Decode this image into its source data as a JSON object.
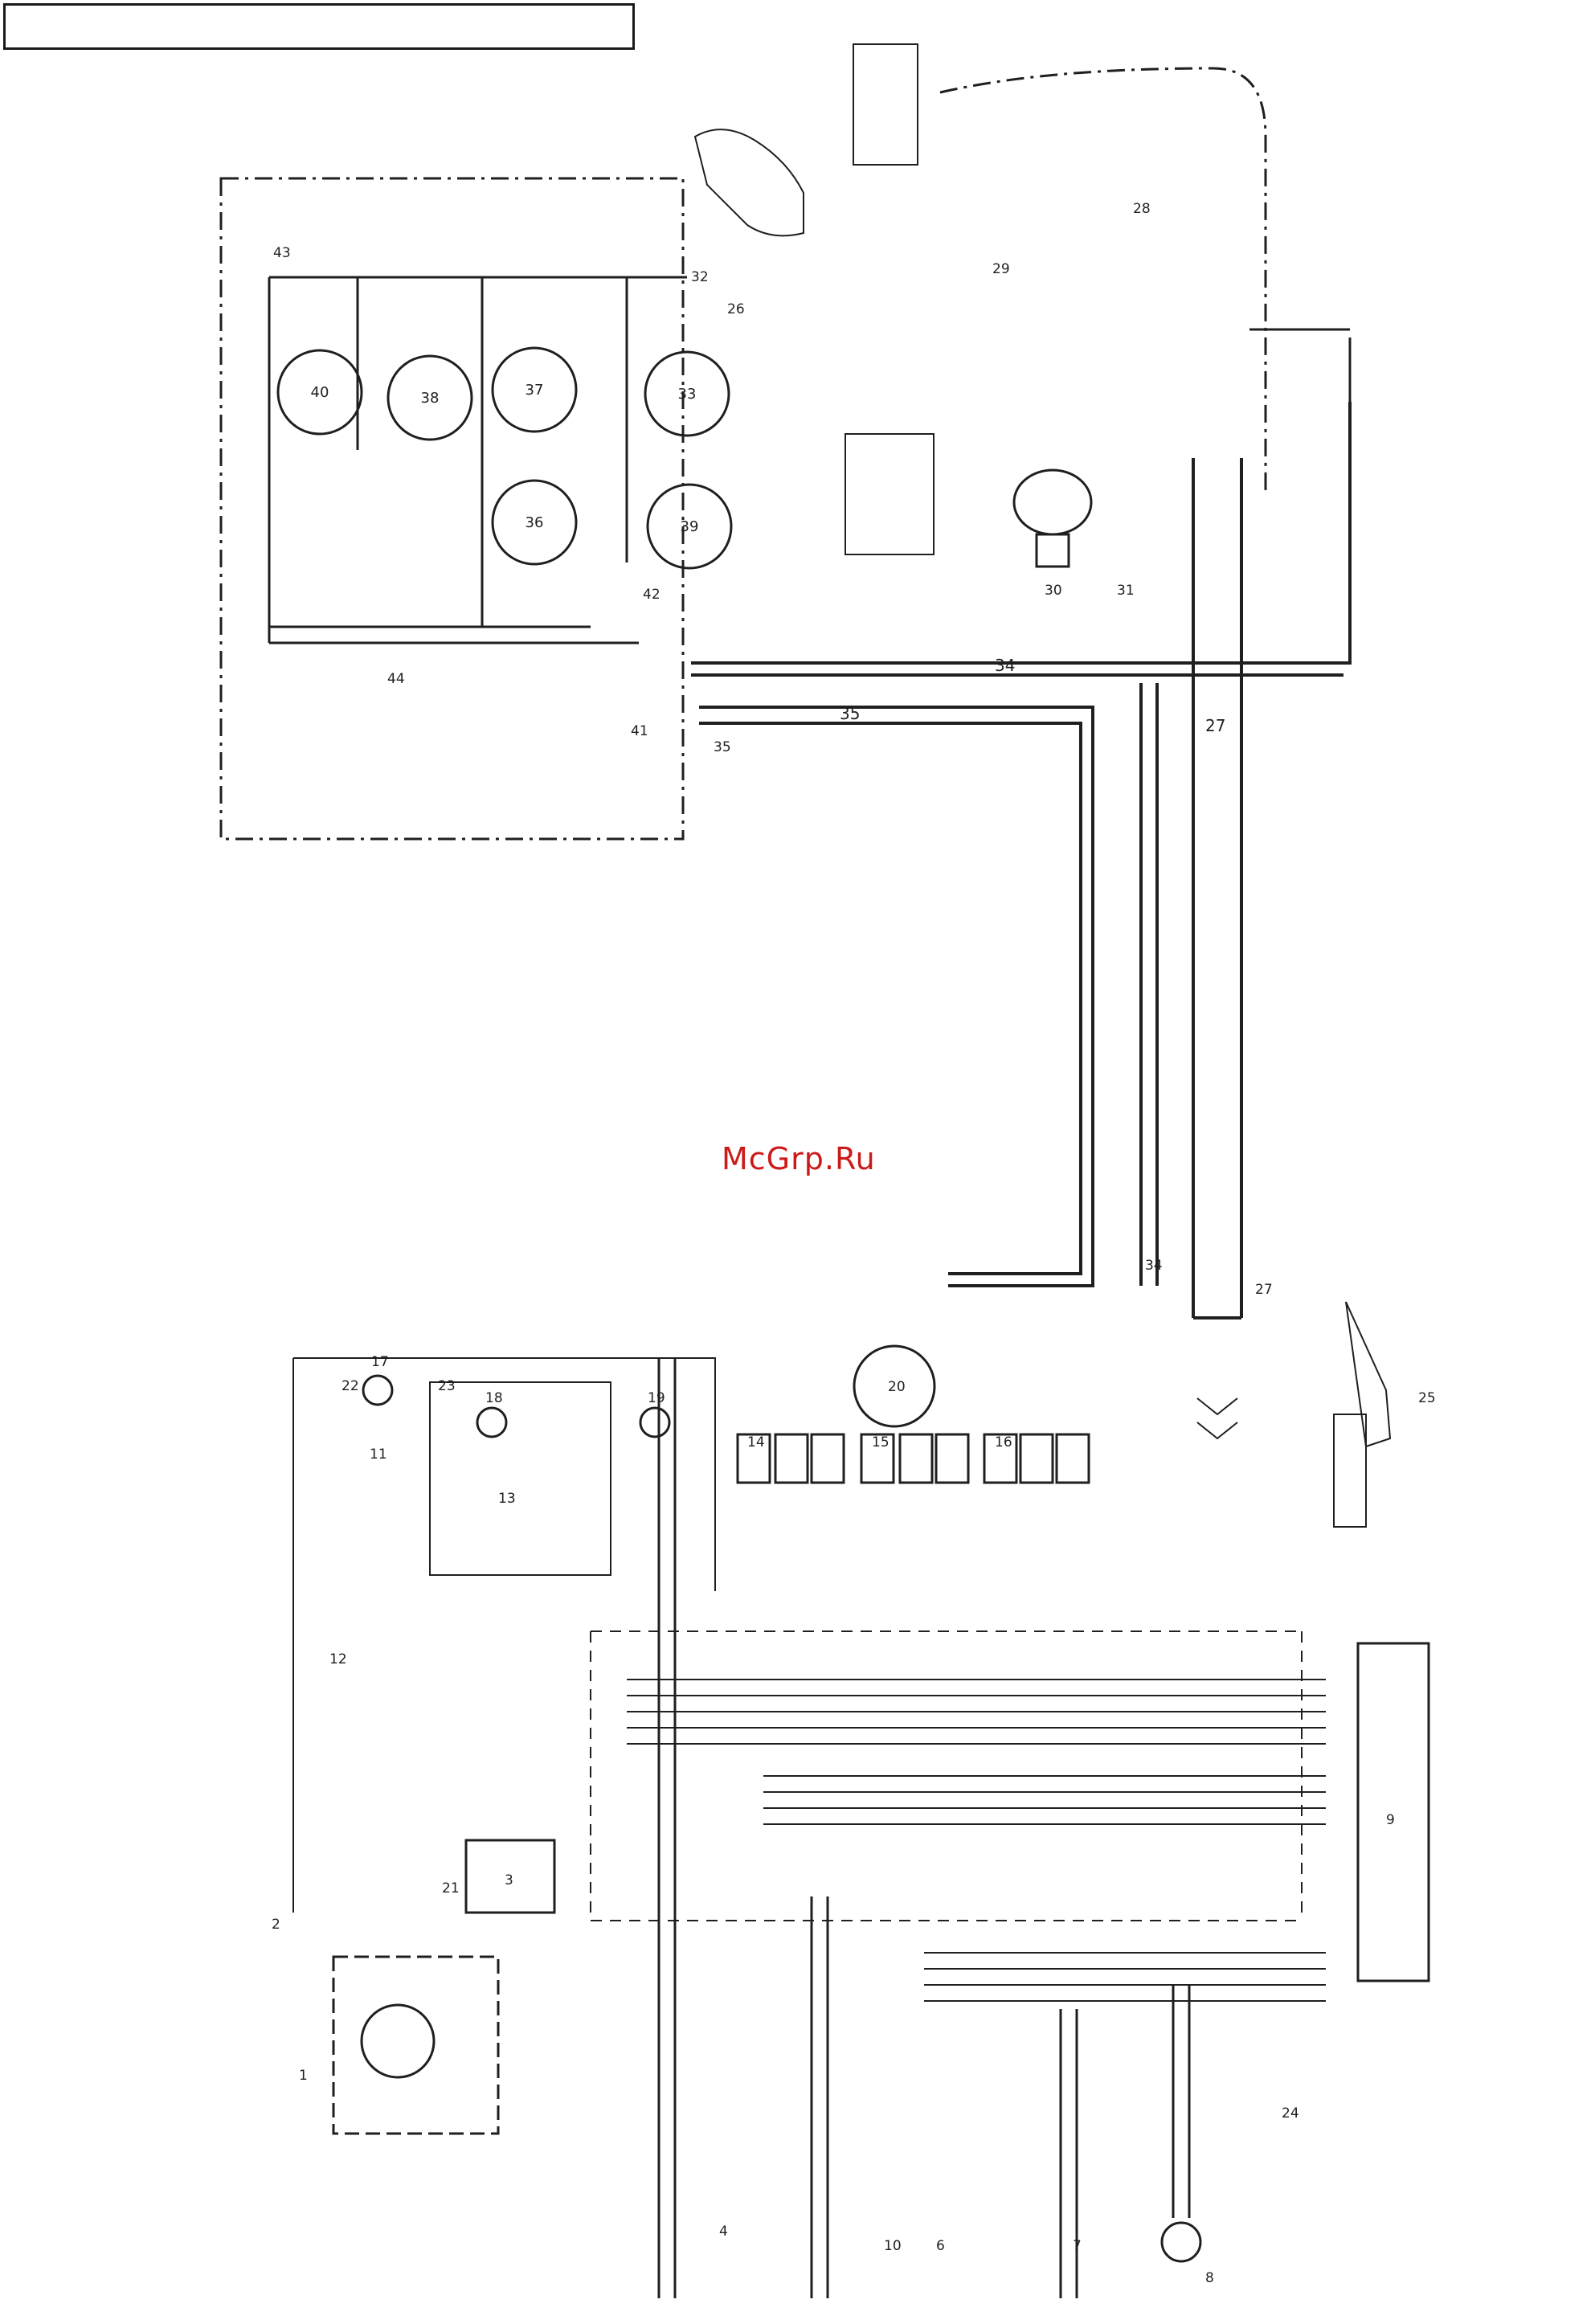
{
  "watermark": "McGrp.Ru",
  "colors": {
    "ink": "#1f1f1f",
    "watermark": "#cc1a1a"
  },
  "gauges": [
    {
      "label": "40"
    },
    {
      "label": "38"
    },
    {
      "label": "37"
    },
    {
      "label": "33"
    },
    {
      "label": "36"
    },
    {
      "label": "39"
    }
  ],
  "components": [
    {
      "label": "1"
    },
    {
      "label": "2"
    },
    {
      "label": "3"
    },
    {
      "label": "4"
    },
    {
      "label": "6"
    },
    {
      "label": "7"
    },
    {
      "label": "8"
    },
    {
      "label": "9"
    },
    {
      "label": "10"
    },
    {
      "label": "11"
    },
    {
      "label": "12"
    },
    {
      "label": "13"
    },
    {
      "label": "14"
    },
    {
      "label": "15"
    },
    {
      "label": "16"
    },
    {
      "label": "17"
    },
    {
      "label": "18"
    },
    {
      "label": "19"
    },
    {
      "label": "20"
    },
    {
      "label": "21"
    },
    {
      "label": "22"
    },
    {
      "label": "23"
    },
    {
      "label": "24"
    },
    {
      "label": "25"
    },
    {
      "label": "26"
    },
    {
      "label": "27"
    },
    {
      "label": "28"
    },
    {
      "label": "29"
    },
    {
      "label": "30"
    },
    {
      "label": "31"
    },
    {
      "label": "32"
    },
    {
      "label": "34"
    },
    {
      "label": "35"
    },
    {
      "label": "41"
    },
    {
      "label": "42"
    },
    {
      "label": "43"
    },
    {
      "label": "44"
    }
  ],
  "harnesses": [
    {
      "label": "34"
    },
    {
      "label": "35"
    },
    {
      "label": "27"
    }
  ]
}
